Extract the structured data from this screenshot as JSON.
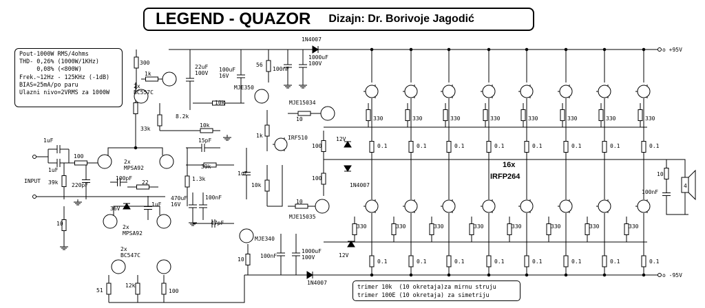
{
  "title": {
    "main": "LEGEND - QUAZOR",
    "designer": "Dizajn: Dr. Borivoje Jagodić"
  },
  "specs": [
    "Pout-1000W RMS/4ohms",
    "THD- 0,26% (1000W/1KHz)",
    "     0,08% (<800W)",
    "Frek.~12Hz - 125KHz (-1dB)",
    "BIAS=25mA/po paru",
    "Ulazni nivo=2VRMS za 1000W"
  ],
  "notes": [
    "trimer 10k  (10 okretaja)za mirnu struju",
    "trimer 100E (10 okretaja) za simetriju"
  ],
  "rails": {
    "positive": "+95V",
    "negative": "-95V"
  },
  "labels": {
    "input": "INPUT",
    "output_count": "16x",
    "output_type": "IRFP264",
    "c_in1": "1uF",
    "c_in2": "1uF",
    "r_in": "100",
    "r_39k_in": "39k",
    "c_220p": "220pF",
    "r_10_gnd": "10",
    "mpsa92_top": "2x\nMPSA92",
    "mpsa92_bot": "2x\nMPSA92",
    "bc547c": "2x\nBC547C",
    "bc557c": "2x\nBC557C",
    "r_300": "300",
    "r_1k_ccs": "1k",
    "r_33k": "33k",
    "c_22u": "22uF\n100V",
    "r_8_2k": "8.2k",
    "r_10k_vas": "10k",
    "r_10k_fb": "10k",
    "c_100u_16": "100uF\n16V",
    "mje350": "MJE350",
    "r_56": "56",
    "c_100n_top": "100nF",
    "c_1000u_top": "1000uF\n100V",
    "d_1n4007_top": "1N4007",
    "c_15p": "15pF",
    "r_39k_fb": "39k",
    "r_1_3k": "1.3k",
    "c_470u": "470uF\n16V",
    "c_100n_mid": "100nF",
    "c_100p": "100pF",
    "r_22": "22",
    "z_36v": "36V",
    "c_1u_mid": "1uF",
    "c_47p": "47pF",
    "c_1u_vas": "1uF",
    "r_1k_bias": "1k",
    "irf510": "IRF510",
    "r_10k_bias": "10k",
    "mje15034": "MJE15034",
    "mje15035": "MJE15035",
    "mje340": "MJE340",
    "r_10_top": "10",
    "r_10_bot": "10",
    "r_100_top": "100",
    "r_100_bot": "100",
    "z_12v_top": "12V",
    "z_12v_bot": "12V",
    "d_1n4007_mid": "1N4007",
    "r_10_mje340": "10",
    "c_100n_bot": "100nF",
    "c_1000u_bot": "1000uF\n100V",
    "d_1n4007_bot": "1N4007",
    "r_12k": "12k",
    "r_51": "51",
    "r_100_trim": "100",
    "r_gate": "330",
    "r_source": "0.1",
    "zobel_r": "10",
    "zobel_c": "100nF",
    "speaker": "4"
  }
}
